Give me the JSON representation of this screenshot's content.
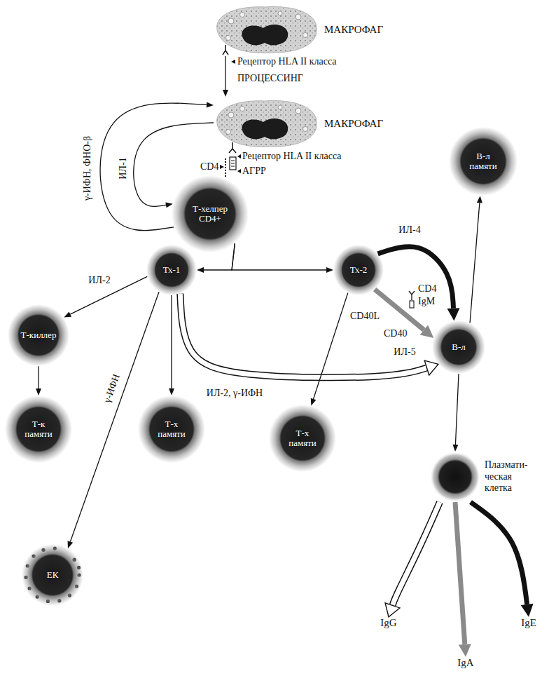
{
  "diagram": {
    "nodes": [
      {
        "text": [
          "МАКРОФАГ"
        ]
      },
      {
        "text": [
          "МАКРОФАГ"
        ]
      },
      {
        "text": [
          "Т-хелпер CD4+"
        ]
      },
      {
        "text": [
          "В-л памяти"
        ]
      },
      {
        "text": [
          "Тх-1"
        ]
      },
      {
        "text": [
          "Тх-2"
        ]
      },
      {
        "text": [
          "Т-киллер"
        ]
      },
      {
        "text": [
          "В-л"
        ]
      },
      {
        "text": [
          "Т-к памяти"
        ]
      },
      {
        "text": [
          "Т-х памяти"
        ]
      },
      {
        "text": [
          "Т-х памяти"
        ]
      },
      {
        "text": [
          "Плазмати- ческая клетка"
        ]
      },
      {
        "text": [
          "ЕК"
        ]
      },
      {
        "text": [
          "IgG"
        ]
      },
      {
        "text": [
          "IgE"
        ]
      },
      {
        "text": [
          "IgA"
        ]
      }
    ],
    "edges": [
      {
        "from": 0,
        "to": 1,
        "arrow": "to",
        "label": "ПРОЦЕССИНГ"
      },
      {
        "from": 2,
        "to": 1,
        "arrow": "to",
        "label": "γ-ИФН, ФНО-β"
      },
      {
        "from": 1,
        "to": 2,
        "arrow": "to",
        "label": "ИЛ-1"
      },
      {
        "from": 2,
        "to": 4,
        "arrow": "to"
      },
      {
        "from": 2,
        "to": 5,
        "arrow": "to"
      },
      {
        "from": 4,
        "to": 6,
        "arrow": "to",
        "label": "ИЛ-2"
      },
      {
        "from": 4,
        "to": 12,
        "arrow": "to",
        "label": "γ-ИФН"
      },
      {
        "from": 4,
        "to": 9,
        "arrow": "to"
      },
      {
        "from": 4,
        "to": 7,
        "arrow": "to",
        "label": "ИЛ-2, γ-ИФН"
      },
      {
        "from": 5,
        "to": 7,
        "arrow": "to",
        "label": "ИЛ-4"
      },
      {
        "from": 5,
        "to": 7,
        "arrow": "to",
        "label": "ИЛ-5"
      },
      {
        "from": 5,
        "to": 10,
        "arrow": "to"
      },
      {
        "from": 6,
        "to": 8,
        "arrow": "to"
      },
      {
        "from": 7,
        "to": 3,
        "arrow": "to"
      },
      {
        "from": 7,
        "to": 11,
        "arrow": "to"
      },
      {
        "from": 11,
        "to": 13,
        "arrow": "to"
      },
      {
        "from": 11,
        "to": 15,
        "arrow": "to"
      },
      {
        "from": 11,
        "to": 14,
        "arrow": "to"
      }
    ],
    "labels": [
      "Рецептор HLA II класса",
      "Рецептор HLA II класса",
      "CD4",
      "АГРР",
      "CD4",
      "IgM",
      "CD40L",
      "CD40"
    ]
  }
}
